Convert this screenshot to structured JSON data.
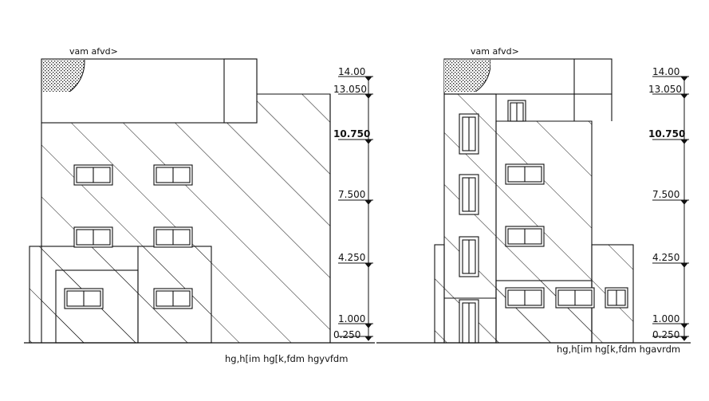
{
  "elevations": [
    {
      "note": "vam afvd>",
      "caption": "hg,h[im hg[k,fdm hgyvfdm",
      "levels": [
        "14.00",
        "13.050",
        "10.750",
        "7.500",
        "4.250",
        "1.000",
        "0.250"
      ]
    },
    {
      "note": "vam afvd>",
      "caption": "hg,h[im hg[k,fdm hgavrdm",
      "levels": [
        "14.00",
        "13.050",
        "10.750",
        "7.500",
        "4.250",
        "1.000",
        "0.250"
      ]
    }
  ],
  "colors": {
    "line": "#111111",
    "background": "#ffffff"
  }
}
